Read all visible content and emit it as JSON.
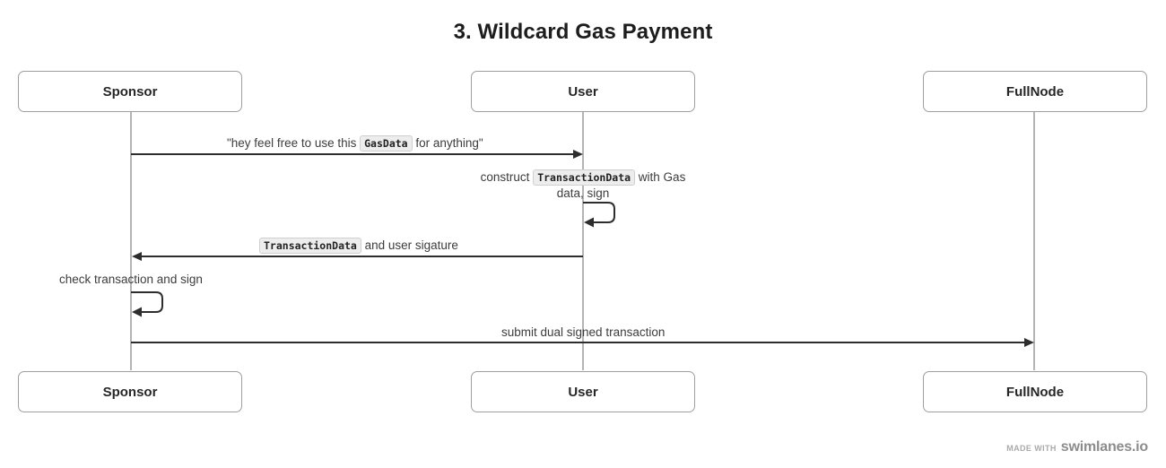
{
  "diagram": {
    "title": "3. Wildcard Gas Payment",
    "type": "sequence-diagram",
    "colors": {
      "box_border": "#9e9e9e",
      "lifeline": "#b4b4b4",
      "arrow": "#2d2d2d",
      "text": "#3c3c3c",
      "title_text": "#1d1d1d",
      "code_chip_bg": "#ededed",
      "code_chip_border": "#cfcfcf",
      "brand_text": "#8c8c8c",
      "background": "#ffffff"
    },
    "participants": [
      {
        "id": "sponsor",
        "label": "Sponsor"
      },
      {
        "id": "user",
        "label": "User"
      },
      {
        "id": "fullnode",
        "label": "FullNode"
      }
    ],
    "messages": [
      {
        "id": "msg-1",
        "from": "sponsor",
        "to": "user",
        "direction": "right",
        "kind": "call",
        "label_prefix": "\"hey feel free to use this ",
        "label_code": "GasData",
        "label_suffix": " for anything\""
      },
      {
        "id": "msg-2",
        "from": "user",
        "to": "user",
        "direction": "self",
        "kind": "self",
        "label_prefix": "construct ",
        "label_code": "TransactionData",
        "label_suffix": " with Gas data, sign"
      },
      {
        "id": "msg-3",
        "from": "user",
        "to": "sponsor",
        "direction": "left",
        "kind": "return",
        "label_prefix": "",
        "label_code": "TransactionData",
        "label_suffix": " and user sigature"
      },
      {
        "id": "msg-4",
        "from": "sponsor",
        "to": "sponsor",
        "direction": "self",
        "kind": "self",
        "label_prefix": "check transaction and sign",
        "label_code": "",
        "label_suffix": ""
      },
      {
        "id": "msg-5",
        "from": "sponsor",
        "to": "fullnode",
        "direction": "right",
        "kind": "call",
        "label_prefix": "submit dual signed transaction",
        "label_code": "",
        "label_suffix": ""
      }
    ]
  },
  "footer": {
    "made_with": "MADE WITH",
    "brand": "swimlanes.io"
  }
}
